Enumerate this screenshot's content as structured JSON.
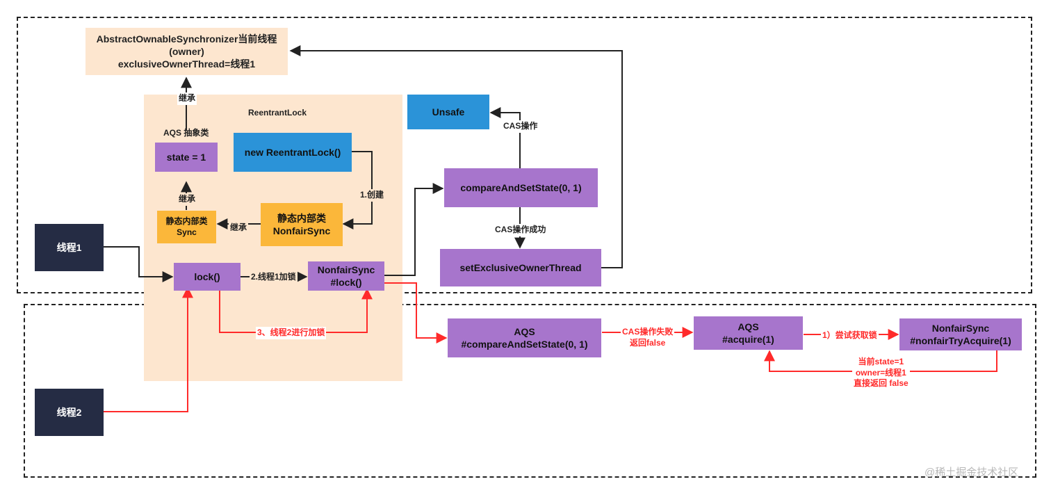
{
  "nodes": {
    "aos_owner": "AbstractOwnableSynchronizer当前线程\n(owner)\nexclusiveOwnerThread=线程1",
    "state": "state = 1",
    "new_reentrant_lock": "new ReentrantLock()",
    "unsafe": "Unsafe",
    "compare_and_set_state": "compareAndSetState(0, 1)",
    "set_exclusive_owner_thread": "setExclusiveOwnerThread",
    "sync": "静态内部类\nSync",
    "nonfair_sync": "静态内部类\nNonfairSync",
    "thread1": "线程1",
    "thread2": "线程2",
    "lock": "lock()",
    "nonfair_sync_lock": "NonfairSync\n#lock()",
    "aqs_compare_and_set_state": "AQS\n#compareAndSetState(0, 1)",
    "aqs_acquire": "AQS\n#acquire(1)",
    "nonfair_try_acquire": "NonfairSync\n#nonfairTryAcquire(1)"
  },
  "labels": {
    "reentrant_lock_title": "ReentrantLock",
    "aqs_abstract": "AQS 抽象类",
    "inherit_top": "继承",
    "inherit_mid": "继承",
    "inherit_left": "继承",
    "create": "1.创建",
    "cas_op": "CAS操作",
    "cas_success": "CAS操作成功",
    "thread1_lock": "2.线程1加锁",
    "thread2_lock": "3、线程2进行加锁",
    "cas_fail": "CAS操作失败\n返回false",
    "try_acquire": "1）尝试获取锁",
    "return_false": "当前state=1\nowner=线程1\n直接返回 false"
  },
  "watermark": "@稀土掘金技术社区",
  "colors": {
    "peach": "#fde6cf",
    "purple": "#a775cc",
    "blue": "#2b93d8",
    "orange": "#fbb73a",
    "navy": "#252c44",
    "red_arrow": "#ff2a2a",
    "black_arrow": "#222222"
  }
}
